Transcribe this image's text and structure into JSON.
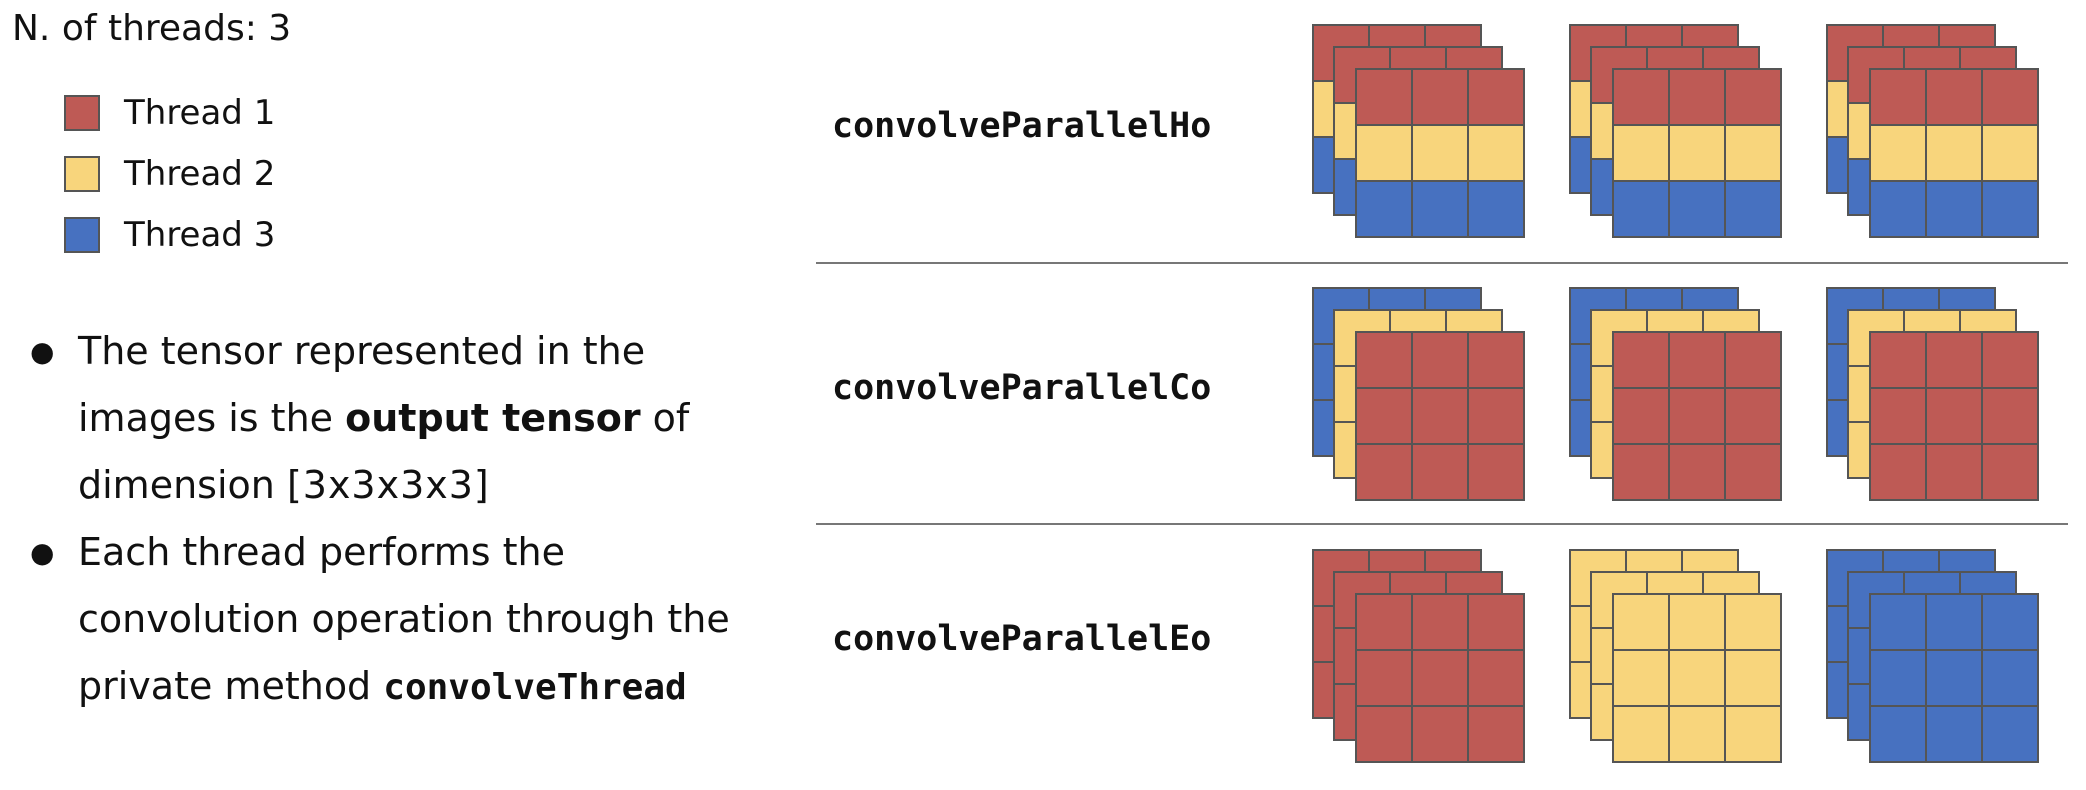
{
  "threads_label": "N. of threads: 3",
  "legend": [
    {
      "label": "Thread 1",
      "color": "#BE5A55"
    },
    {
      "label": "Thread 2",
      "color": "#F8D57C"
    },
    {
      "label": "Thread 3",
      "color": "#4771C0"
    }
  ],
  "bullets": {
    "b1_a": "The tensor represented in the images is the ",
    "b1_bold": "output tensor",
    "b1_b": " of dimension ",
    "b1_dims": "[3x3x3x3]",
    "b2_a": "Each thread performs the convolution operation through the private method ",
    "b2_mono": "convolveThread"
  },
  "methods": [
    {
      "name": "convolveParallelHo",
      "tensors": [
        {
          "layers": [
            [
              "Thread 1",
              "Thread 2",
              "Thread 3"
            ],
            [
              "Thread 1",
              "Thread 2",
              "Thread 3"
            ],
            [
              "Thread 1",
              "Thread 2",
              "Thread 3"
            ]
          ]
        },
        {
          "layers": [
            [
              "Thread 1",
              "Thread 2",
              "Thread 3"
            ],
            [
              "Thread 1",
              "Thread 2",
              "Thread 3"
            ],
            [
              "Thread 1",
              "Thread 2",
              "Thread 3"
            ]
          ]
        },
        {
          "layers": [
            [
              "Thread 1",
              "Thread 2",
              "Thread 3"
            ],
            [
              "Thread 1",
              "Thread 2",
              "Thread 3"
            ],
            [
              "Thread 1",
              "Thread 2",
              "Thread 3"
            ]
          ]
        }
      ]
    },
    {
      "name": "convolveParallelCo",
      "tensors": [
        {
          "layers": [
            [
              "Thread 3",
              "Thread 3",
              "Thread 3"
            ],
            [
              "Thread 2",
              "Thread 2",
              "Thread 2"
            ],
            [
              "Thread 1",
              "Thread 1",
              "Thread 1"
            ]
          ]
        },
        {
          "layers": [
            [
              "Thread 3",
              "Thread 3",
              "Thread 3"
            ],
            [
              "Thread 2",
              "Thread 2",
              "Thread 2"
            ],
            [
              "Thread 1",
              "Thread 1",
              "Thread 1"
            ]
          ]
        },
        {
          "layers": [
            [
              "Thread 3",
              "Thread 3",
              "Thread 3"
            ],
            [
              "Thread 2",
              "Thread 2",
              "Thread 2"
            ],
            [
              "Thread 1",
              "Thread 1",
              "Thread 1"
            ]
          ]
        }
      ]
    },
    {
      "name": "convolveParallelEo",
      "tensors": [
        {
          "layers": [
            [
              "Thread 1",
              "Thread 1",
              "Thread 1"
            ],
            [
              "Thread 1",
              "Thread 1",
              "Thread 1"
            ],
            [
              "Thread 1",
              "Thread 1",
              "Thread 1"
            ]
          ]
        },
        {
          "layers": [
            [
              "Thread 2",
              "Thread 2",
              "Thread 2"
            ],
            [
              "Thread 2",
              "Thread 2",
              "Thread 2"
            ],
            [
              "Thread 2",
              "Thread 2",
              "Thread 2"
            ]
          ]
        },
        {
          "layers": [
            [
              "Thread 3",
              "Thread 3",
              "Thread 3"
            ],
            [
              "Thread 3",
              "Thread 3",
              "Thread 3"
            ],
            [
              "Thread 3",
              "Thread 3",
              "Thread 3"
            ]
          ]
        }
      ]
    }
  ]
}
